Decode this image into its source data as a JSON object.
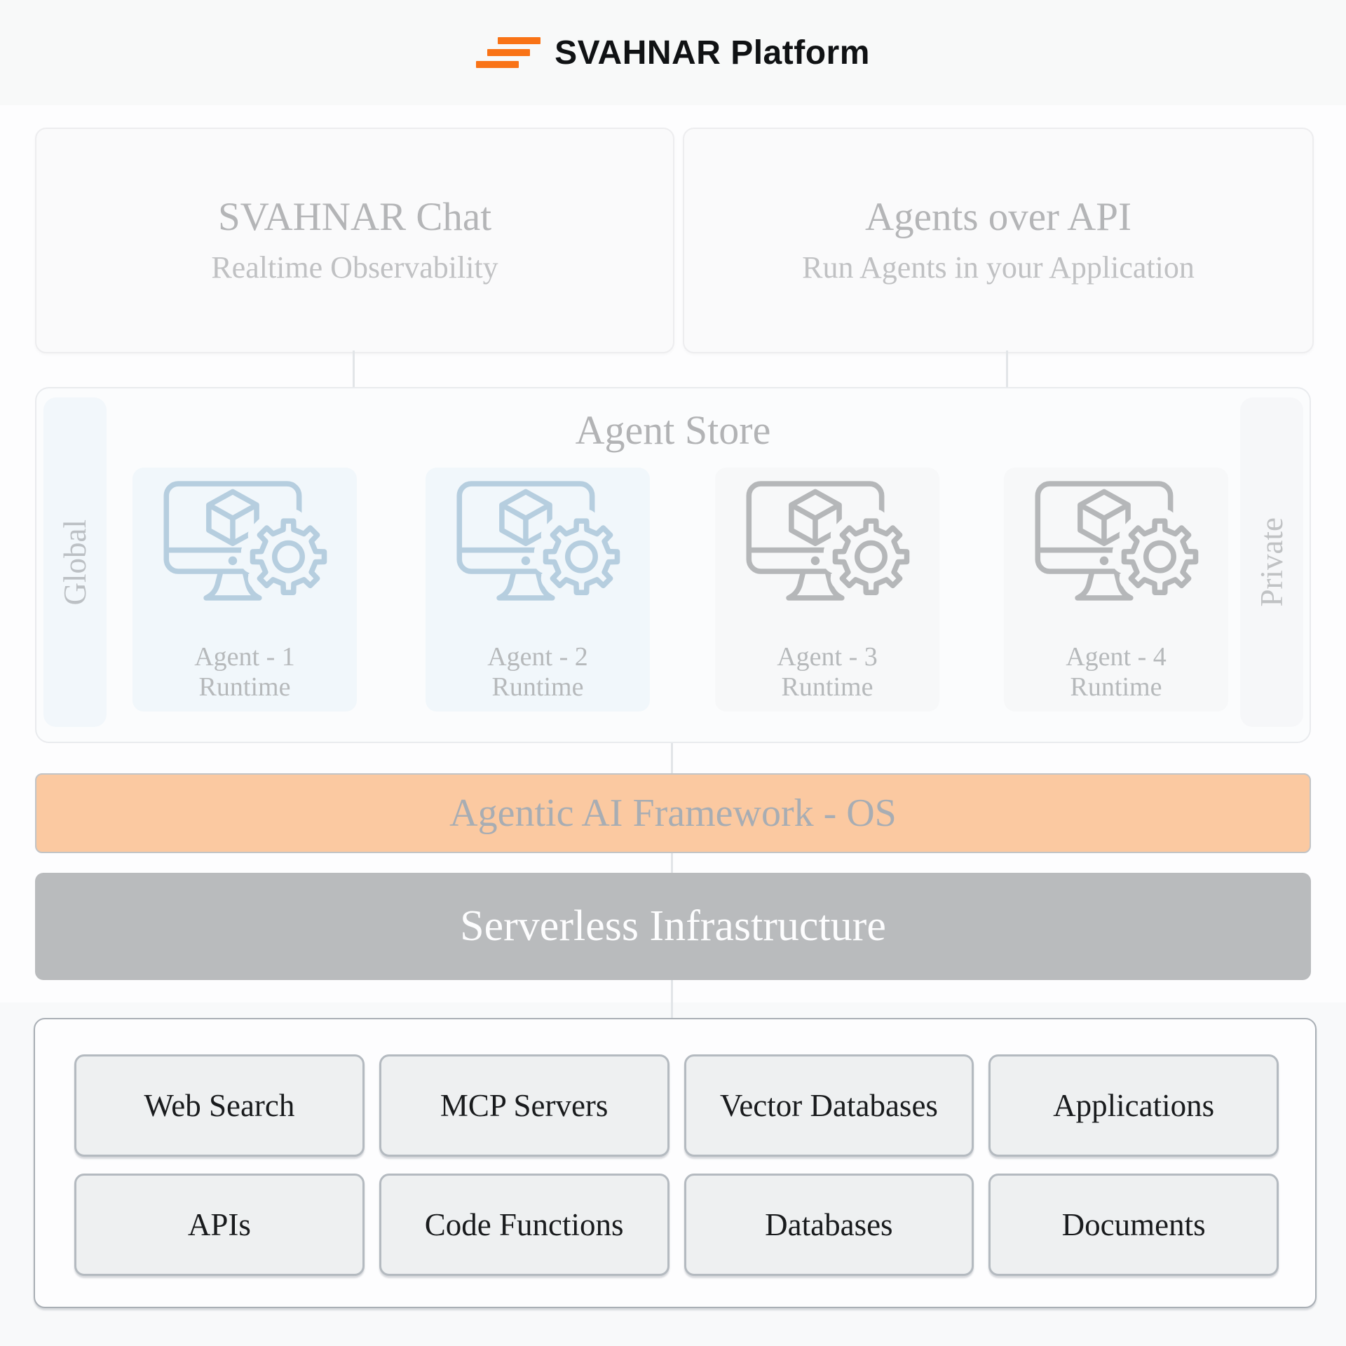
{
  "header": {
    "title": "SVAHNAR Platform",
    "logo_icon": "stacked-bars-logo",
    "logo_color": "#f97316"
  },
  "top_boxes": [
    {
      "title": "SVAHNAR Chat",
      "subtitle": "Realtime Observability"
    },
    {
      "title": "Agents over API",
      "subtitle": "Run Agents in your Application"
    }
  ],
  "agent_store": {
    "title": "Agent Store",
    "left_label": "Global",
    "right_label": "Private",
    "agent_icon": "monitor-cube-gear-icon",
    "agents": [
      {
        "name": "Agent - 1",
        "subtitle": "Runtime",
        "variant": "blue"
      },
      {
        "name": "Agent - 2",
        "subtitle": "Runtime",
        "variant": "blue"
      },
      {
        "name": "Agent - 3",
        "subtitle": "Runtime",
        "variant": "gray"
      },
      {
        "name": "Agent - 4",
        "subtitle": "Runtime",
        "variant": "gray"
      }
    ]
  },
  "framework_bar": {
    "label": "Agentic AI Framework - OS",
    "bg": "#fbc9a1"
  },
  "infra_bar": {
    "label": "Serverless Infrastructure",
    "bg": "#b9bbbd"
  },
  "integrations": [
    "Web Search",
    "MCP Servers",
    "Vector Databases",
    "Applications",
    "APIs",
    "Code Functions",
    "Databases",
    "Documents"
  ],
  "colors": {
    "accent_orange": "#f97316",
    "framework_bg": "#fbc9a1",
    "infra_bg": "#b9bbbd",
    "agent_blue_icon": "#b6cedf",
    "agent_gray_icon": "#b5b7b9",
    "agent_blue_card": "#f1f7fb",
    "agent_gray_card": "#f7f8f9",
    "connector": "#e2e5e8",
    "tile_bg": "#eef0f1",
    "tile_border": "#b4bac0"
  }
}
